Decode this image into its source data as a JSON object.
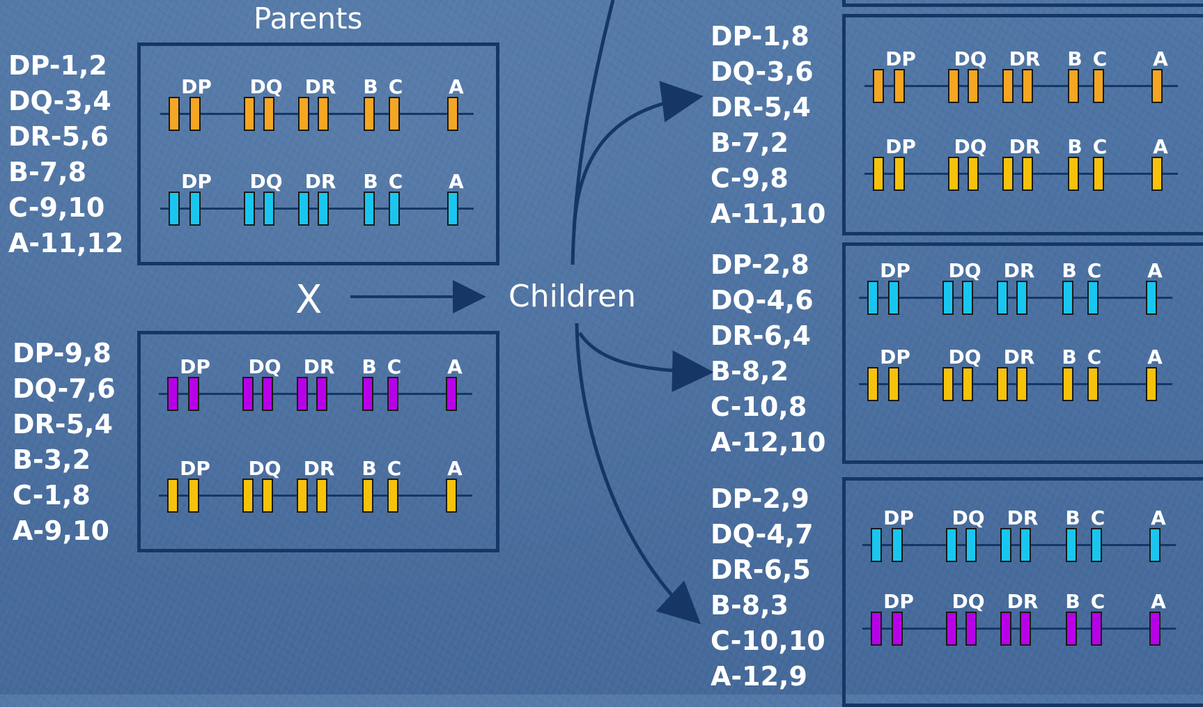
{
  "title": "Parents",
  "children_label": "Children",
  "cross_symbol": "X",
  "colors": {
    "orange": "#f5a623",
    "cyan": "#19c6f0",
    "purple": "#b800e8",
    "yellow": "#f7c20c",
    "box_border": "#163766",
    "background": "#4a6f9f"
  },
  "gene_labels": [
    "DP",
    "DQ",
    "DR",
    "B",
    "C",
    "A"
  ],
  "parent1": {
    "genes": [
      "DP-1,2",
      "DQ-3,4",
      "DR-5,6",
      "B-7,8",
      "C-9,10",
      "A-11,12"
    ],
    "chromosomes": [
      "orange",
      "cyan"
    ]
  },
  "parent2": {
    "genes": [
      "DP-9,8",
      "DQ-7,6",
      "DR-5,4",
      "B-3,2",
      "C-1,8",
      "A-9,10"
    ],
    "chromosomes": [
      "purple",
      "yellow"
    ]
  },
  "child1": {
    "genes": [
      "DP-1,8",
      "DQ-3,6",
      "DR-5,4",
      "B-7,2",
      "C-9,8",
      "A-11,10"
    ],
    "chromosomes": [
      "orange",
      "yellow"
    ]
  },
  "child2": {
    "genes": [
      "DP-2,8",
      "DQ-4,6",
      "DR-6,4",
      "B-8,2",
      "C-10,8",
      "A-12,10"
    ],
    "chromosomes": [
      "cyan",
      "yellow"
    ]
  },
  "child3": {
    "genes": [
      "DP-2,9",
      "DQ-4,7",
      "DR-6,5",
      "B-8,3",
      "C-10,10",
      "A-12,9"
    ],
    "chromosomes": [
      "cyan",
      "purple"
    ]
  }
}
